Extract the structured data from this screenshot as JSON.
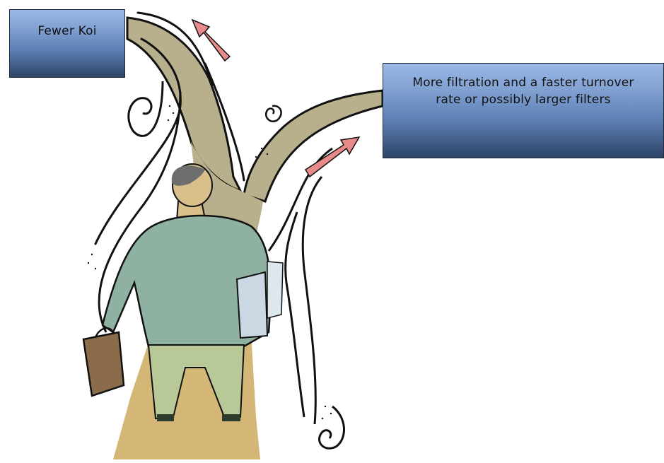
{
  "labels": {
    "left": "Fewer Koi",
    "right_line1": "More filtration and a faster turnover",
    "right_line2": "rate or possibly larger filters"
  },
  "colors": {
    "box_top": "#9bb8e6",
    "box_bottom": "#2e4467",
    "path_branch": "#b8b08c",
    "path_ground": "#d4b676",
    "arrow": "#e98a8a",
    "jacket": "#8fb1a2",
    "trousers": "#b8c896",
    "briefcase": "#8a6b4a"
  }
}
